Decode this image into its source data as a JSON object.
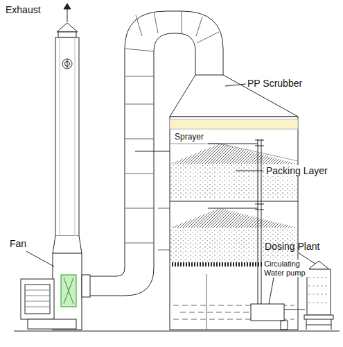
{
  "diagram": {
    "labels": [
      "Exhaust",
      "PP Scrubber",
      "Sprayer",
      "Packing Layer",
      "Fan",
      "Dosing Plant",
      "Circulating Water pump"
    ]
  }
}
